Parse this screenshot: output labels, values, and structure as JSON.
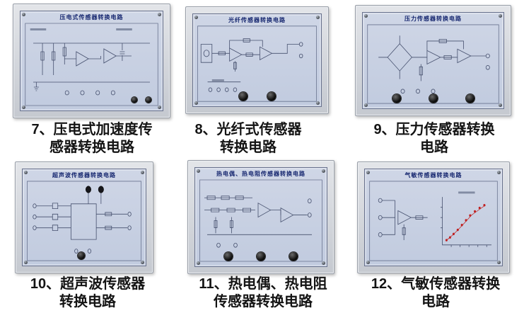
{
  "page": {
    "background": "#ffffff"
  },
  "panels": [
    {
      "panel_title": "压电式传感器转换电路",
      "caption": "7、压电式加速度传\n感器转换电路"
    },
    {
      "panel_title": "光纤传感器转换电路",
      "caption": "8、光纤式传感器\n转换电路"
    },
    {
      "panel_title": "压力传感器转换电路",
      "caption": "9、压力传感器转换\n电路"
    },
    {
      "panel_title": "超声波传感器转换电路",
      "caption": "10、超声波传感器\n转换电路"
    },
    {
      "panel_title": "热电偶、热电阻传感器转换电路",
      "caption": "11、热电偶、热电阻\n传感器转换电路"
    },
    {
      "panel_title": "气敏传感器转换电路",
      "caption": "12、气敏传感器转换\n电路"
    }
  ],
  "colors": {
    "panel_face": "#c9d2e3",
    "panel_frame": "#d3d6db",
    "title_text": "#15266f",
    "caption_text": "#141414",
    "curve_dots": "#c02020"
  }
}
